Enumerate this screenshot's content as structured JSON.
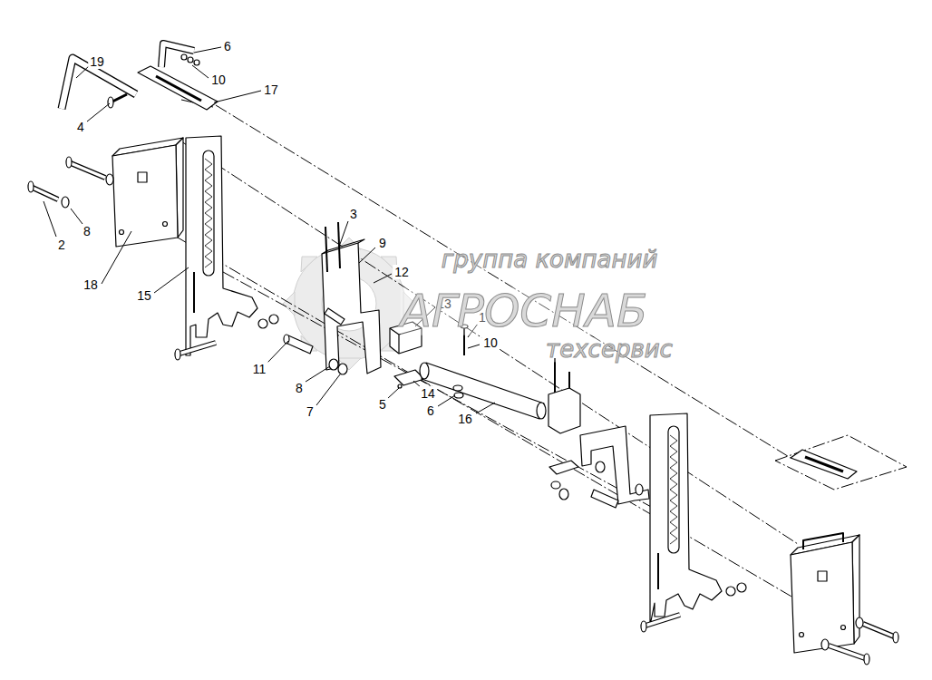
{
  "diagram": {
    "labels": [
      "19",
      "6",
      "10",
      "17",
      "4",
      "2",
      "8",
      "18",
      "15",
      "3",
      "9",
      "12",
      "13",
      "1",
      "10",
      "11",
      "8",
      "7",
      "5",
      "14",
      "6",
      "16",
      "группа компаний",
      "АГРОСНАБ",
      "техсервис"
    ]
  }
}
